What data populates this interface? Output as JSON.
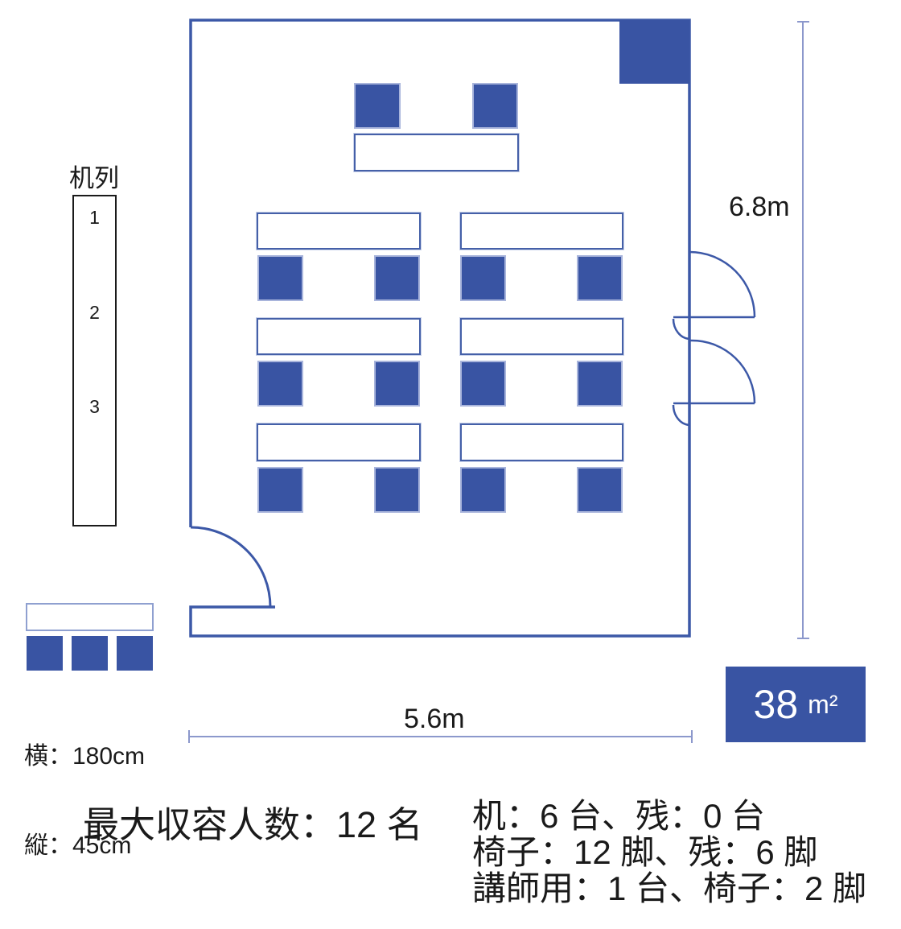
{
  "colors": {
    "primary_blue": "#3954A3",
    "wall_blue": "#3C58A7",
    "dimension_line": "#8C98CC",
    "text": "#1A1A1A"
  },
  "desk_rows_panel": {
    "title": "机列",
    "row_numbers": [
      "1",
      "2",
      "3"
    ]
  },
  "dimensions": {
    "room_height": "6.8m",
    "room_width": "5.6m",
    "area_value": "38",
    "area_unit": "m²"
  },
  "desk_spec": {
    "width_line": "横：180cm",
    "depth_line": "縦：45cm"
  },
  "summary": {
    "capacity_line": "最大収容人数：12 名",
    "desks_line": "机：6 台、残：0 台",
    "chairs_line": "椅子：12 脚、残：6 脚",
    "instructor_line": "講師用：1 台、椅子：2 脚"
  },
  "diagram": {
    "type": "classroom-floorplan",
    "student_desk_grid": {
      "rows": 3,
      "columns": 2
    },
    "student_desks": 6,
    "student_chairs": 12,
    "instructor_desks": 1,
    "instructor_chairs": 2,
    "chairs_per_legend_desk": 3,
    "doors": {
      "right_wall_double_doors": 2,
      "bottom_left_door": 1
    }
  }
}
